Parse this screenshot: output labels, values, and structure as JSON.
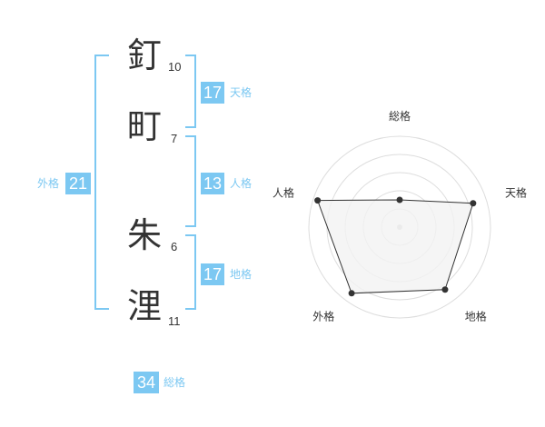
{
  "name": {
    "chars": [
      {
        "char": "釘",
        "strokes": "10"
      },
      {
        "char": "町",
        "strokes": "7"
      },
      {
        "char": "朱",
        "strokes": "6"
      },
      {
        "char": "浬",
        "strokes": "11"
      }
    ]
  },
  "fortune": {
    "tenkaku": {
      "value": "17",
      "label": "天格"
    },
    "jinkaku": {
      "value": "13",
      "label": "人格"
    },
    "chikaku": {
      "value": "17",
      "label": "地格"
    },
    "gaikaku": {
      "value": "21",
      "label": "外格"
    },
    "soukaku": {
      "value": "34",
      "label": "総格"
    }
  },
  "radar": {
    "axes": [
      "総格",
      "天格",
      "地格",
      "外格",
      "人格"
    ],
    "levels": 5,
    "values": [
      0.3,
      0.85,
      0.85,
      0.9,
      0.95
    ],
    "colors": {
      "grid": "#dddddd",
      "fill": "#f2f2f2",
      "line": "#333333",
      "point": "#333333"
    }
  }
}
